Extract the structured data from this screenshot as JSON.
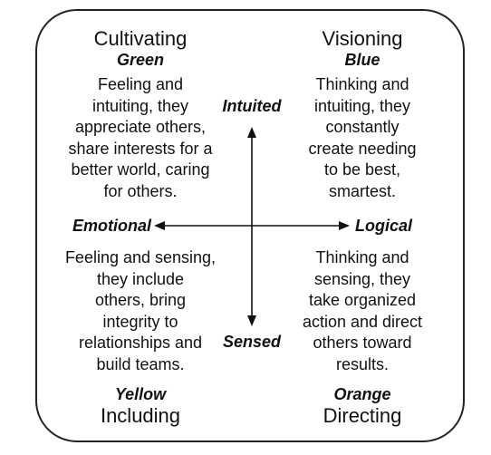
{
  "quadrants": {
    "top_left": {
      "title": "Cultivating",
      "color": "Green",
      "description": [
        "Feeling and",
        "intuiting, they",
        "appreciate others,",
        "share interests for a",
        "better world, caring",
        "for others."
      ]
    },
    "top_right": {
      "title": "Visioning",
      "color": "Blue",
      "description": [
        "Thinking and",
        "intuiting, they",
        "constantly",
        "create needing",
        "to be best,",
        "smartest."
      ]
    },
    "bottom_left": {
      "title": "Including",
      "color": "Yellow",
      "description": [
        "Feeling and sensing,",
        "they include",
        "others, bring",
        "integrity to",
        "relationships and",
        "build teams."
      ]
    },
    "bottom_right": {
      "title": "Directing",
      "color": "Orange",
      "description": [
        "Thinking and",
        "sensing, they",
        "take organized",
        "action and direct",
        "others toward",
        "results."
      ]
    }
  },
  "axes": {
    "top": "Intuited",
    "bottom": "Sensed",
    "left": "Emotional",
    "right": "Logical"
  }
}
